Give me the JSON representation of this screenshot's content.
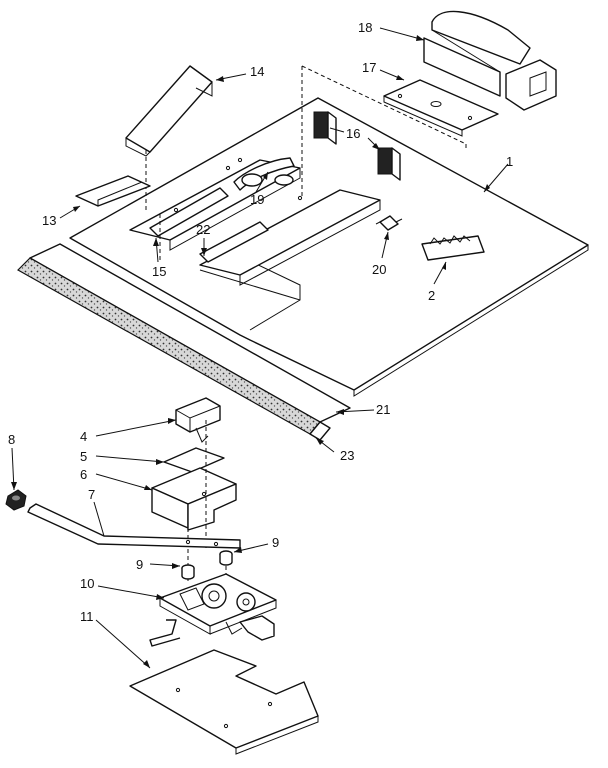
{
  "callouts": {
    "c1": "1",
    "c2": "2",
    "c4": "4",
    "c5": "5",
    "c6": "6",
    "c7": "7",
    "c8": "8",
    "c9a": "9",
    "c9b": "9",
    "c10": "10",
    "c11": "11",
    "c13": "13",
    "c14": "14",
    "c15": "15",
    "c16": "16",
    "c17": "17",
    "c18": "18",
    "c19": "19",
    "c20": "20",
    "c21": "21",
    "c22": "22",
    "c23": "23"
  }
}
